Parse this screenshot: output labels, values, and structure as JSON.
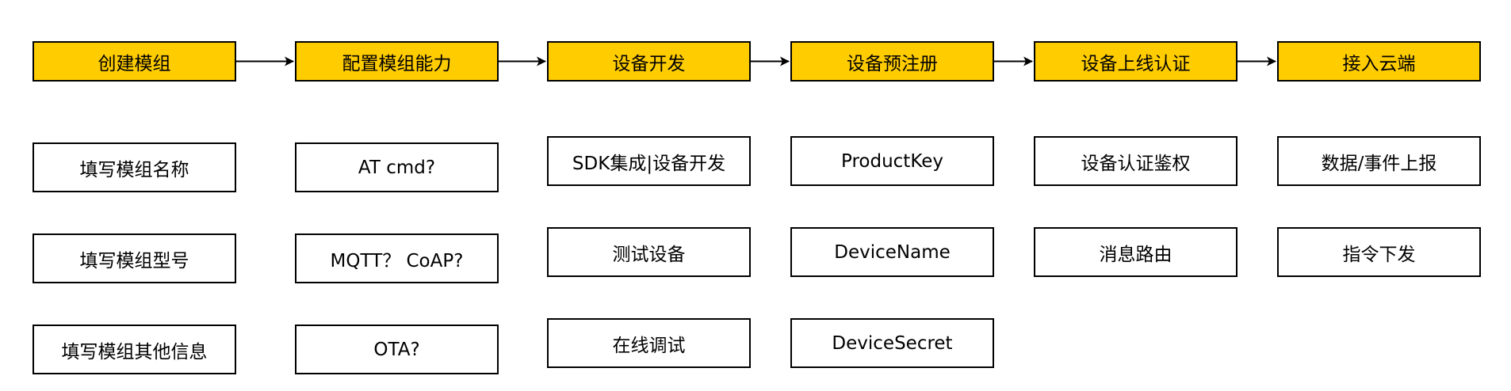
{
  "colors": {
    "step_fill": "#ffcc00",
    "border": "#000000",
    "background": "#ffffff"
  },
  "steps": [
    {
      "label": "创建模组",
      "details": [
        "填写模组名称",
        "填写模组型号",
        "填写模组其他信息"
      ]
    },
    {
      "label": "配置模组能力",
      "details": [
        "AT cmd?",
        "MQTT？ CoAP?",
        "OTA?"
      ]
    },
    {
      "label": "设备开发",
      "details": [
        "SDK集成|设备开发",
        "测试设备",
        "在线调试"
      ]
    },
    {
      "label": "设备预注册",
      "details": [
        "ProductKey",
        "DeviceName",
        "DeviceSecret"
      ]
    },
    {
      "label": "设备上线认证",
      "details": [
        "设备认证鉴权",
        "消息路由"
      ]
    },
    {
      "label": "接入云端",
      "details": [
        "数据/事件上报",
        "指令下发"
      ]
    }
  ]
}
